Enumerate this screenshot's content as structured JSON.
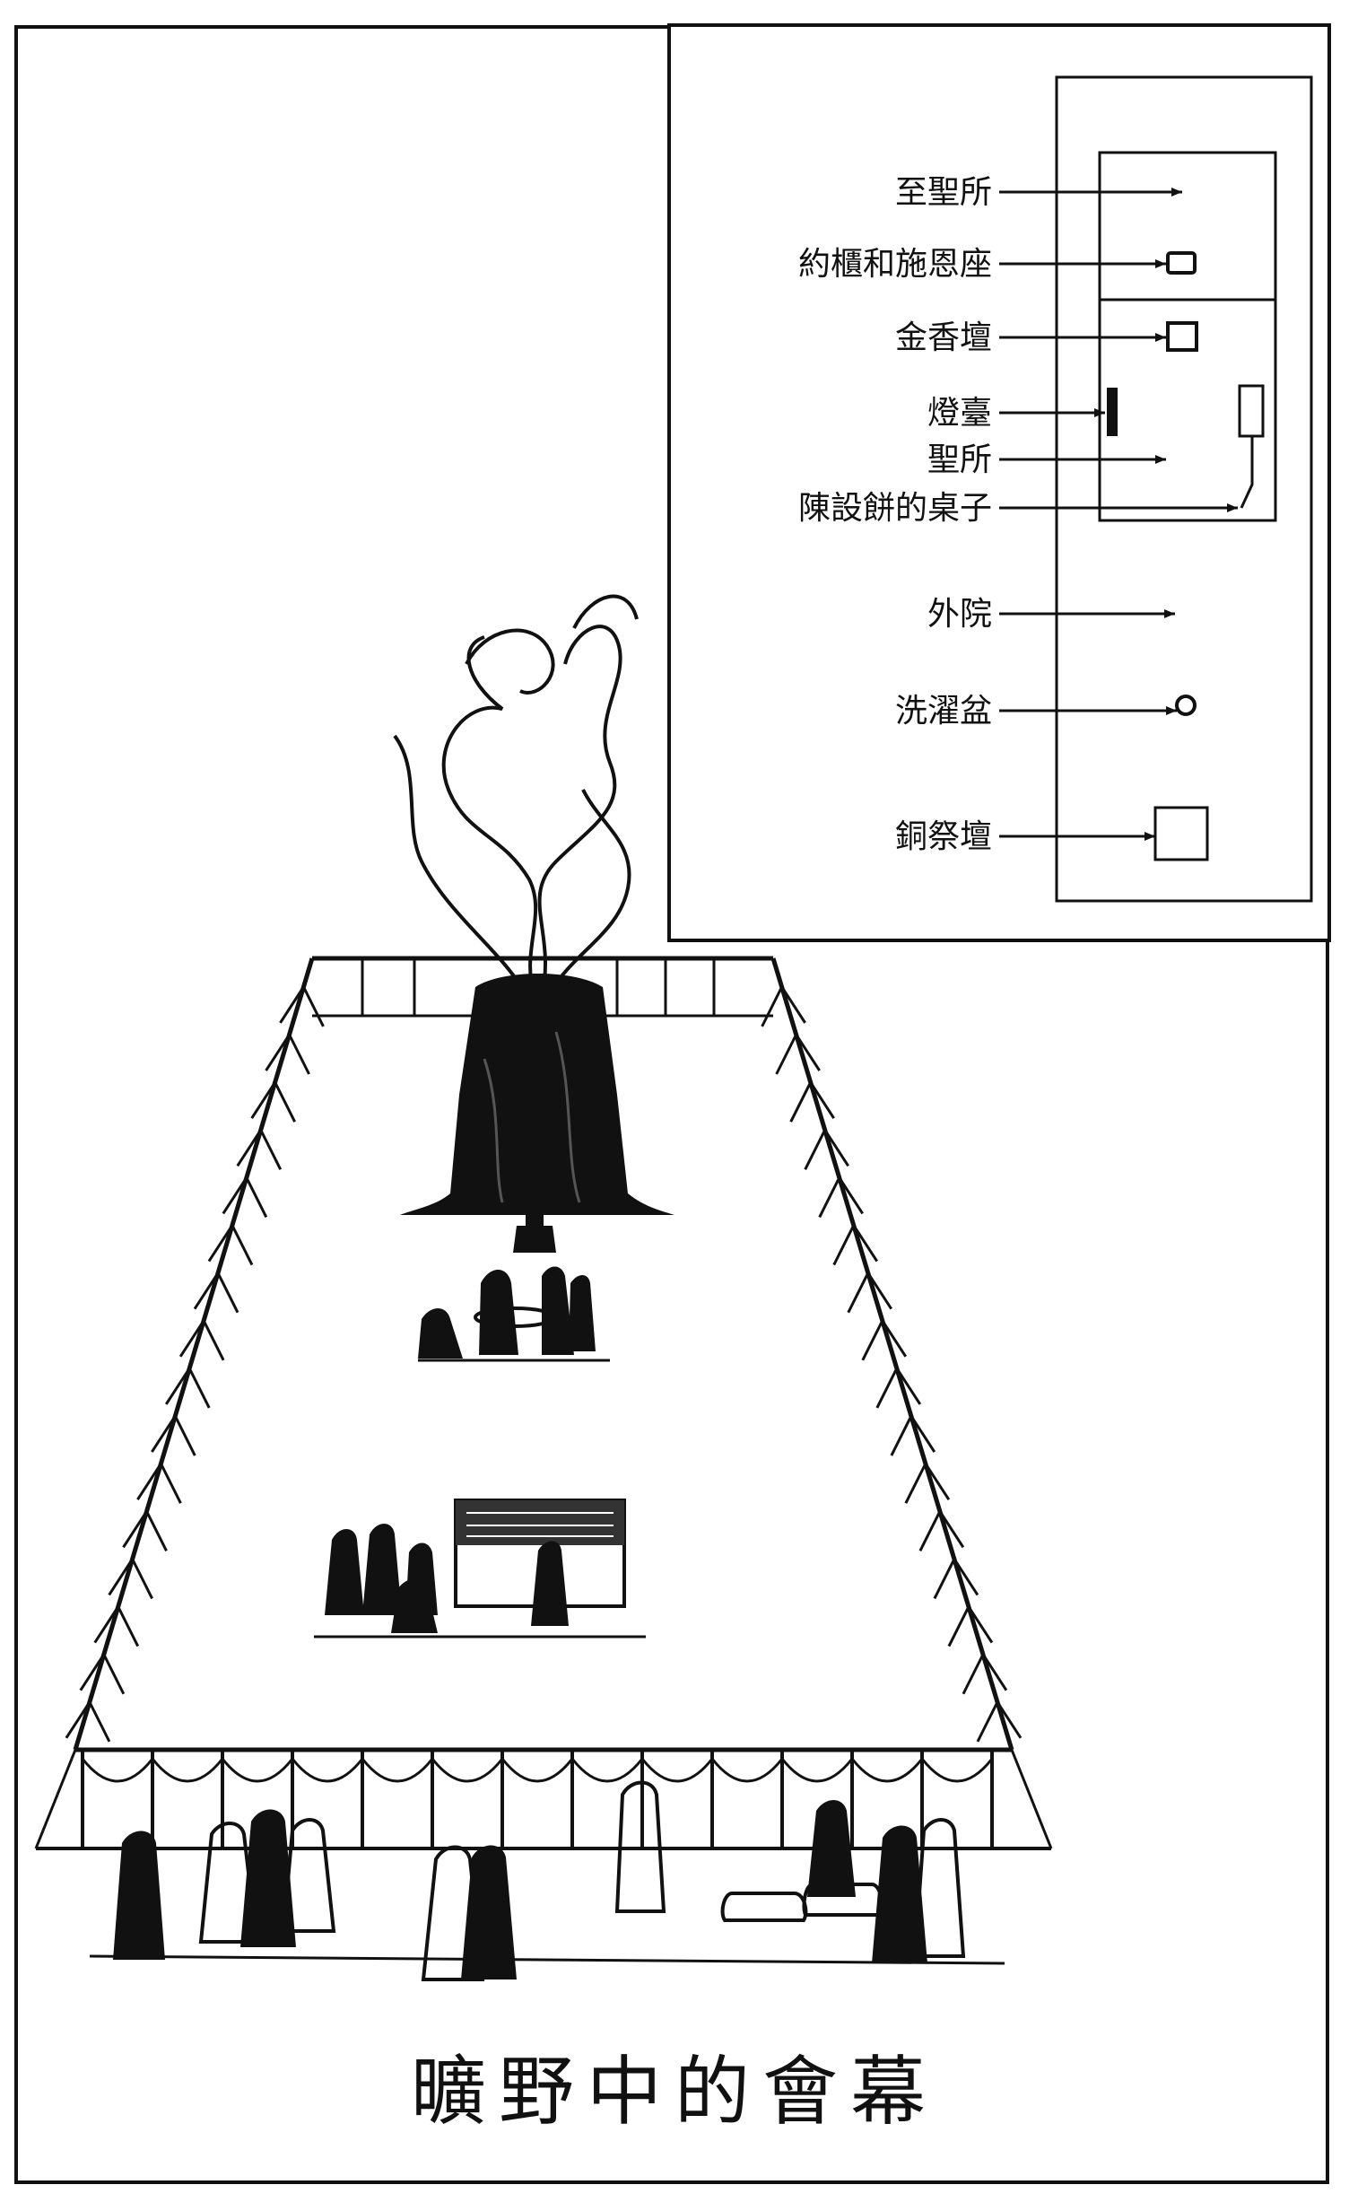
{
  "legend": {
    "items": [
      {
        "id": "holy_of_holies",
        "label": "至聖所"
      },
      {
        "id": "ark",
        "label": "約櫃和施恩座"
      },
      {
        "id": "incense_altar",
        "label": "金香壇"
      },
      {
        "id": "lampstand",
        "label": "燈臺"
      },
      {
        "id": "holy_place",
        "label": "聖所"
      },
      {
        "id": "showbread_table",
        "label": "陳設餅的桌子"
      },
      {
        "id": "outer_court",
        "label": "外院"
      },
      {
        "id": "laver",
        "label": "洗濯盆"
      },
      {
        "id": "bronze_altar",
        "label": "銅祭壇"
      }
    ]
  },
  "caption": "曠野中的會幕",
  "colors": {
    "ink": "#111111",
    "paper": "#ffffff"
  }
}
